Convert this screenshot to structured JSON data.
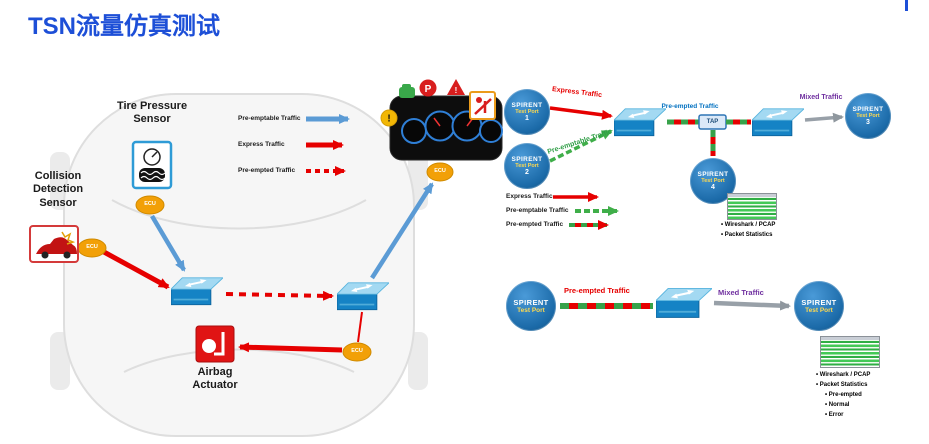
{
  "title": "TSN流量仿真测试",
  "colors": {
    "title_blue": "#1d4fd7",
    "express_red": "#e60000",
    "preemptable_blue": "#5b9bd5",
    "preemptable_green": "#3fae49",
    "preempted_label_blue": "#0070c0",
    "mixed_purple": "#7030a0",
    "spirent_blue": "#1b6aa8",
    "ecu_orange": "#f2a007",
    "switch_blue": "#1583c5"
  },
  "car": {
    "tire_sensor_label": "Tire Pressure Sensor",
    "collision_label": "Collision Detection Sensor",
    "airbag_label": "Airbag Actuator",
    "ecu_label": "ECU",
    "dashboard": {
      "parking": "P",
      "warning": "!"
    },
    "legend": [
      {
        "label": "Pre-emptable Traffic"
      },
      {
        "label": "Express Traffic"
      },
      {
        "label": "Pre-empted Traffic"
      }
    ]
  },
  "top": {
    "express_label": "Express Traffic",
    "preemptable_label": "Pre-emptable Traffic",
    "preempted_label": "Pre-empted Traffic",
    "mixed_label": "Mixed Traffic",
    "tap_label": "TAP",
    "ports": [
      {
        "brand": "SPIRENT",
        "role": "Test Port",
        "num": "1"
      },
      {
        "brand": "SPIRENT",
        "role": "Test Port",
        "num": "2"
      },
      {
        "brand": "SPIRENT",
        "role": "Test Port",
        "num": "3"
      },
      {
        "brand": "SPIRENT",
        "role": "Test Port",
        "num": "4"
      }
    ],
    "notes": [
      "Wireshark / PCAP",
      "Packet Statistics"
    ],
    "legend": [
      {
        "label": "Express Traffic"
      },
      {
        "label": "Pre-emptable Traffic"
      },
      {
        "label": "Pre-empted Traffic"
      }
    ]
  },
  "bottom": {
    "preempted_label": "Pre-empted Traffic",
    "mixed_label": "Mixed Traffic",
    "ports": [
      {
        "brand": "SPIRENT",
        "role": "Test Port"
      },
      {
        "brand": "SPIRENT",
        "role": "Test Port"
      }
    ],
    "notes": [
      "Wireshark / PCAP",
      "Packet Statistics"
    ],
    "sub_notes": [
      "Pre-empted",
      "Normal",
      "Error"
    ]
  }
}
